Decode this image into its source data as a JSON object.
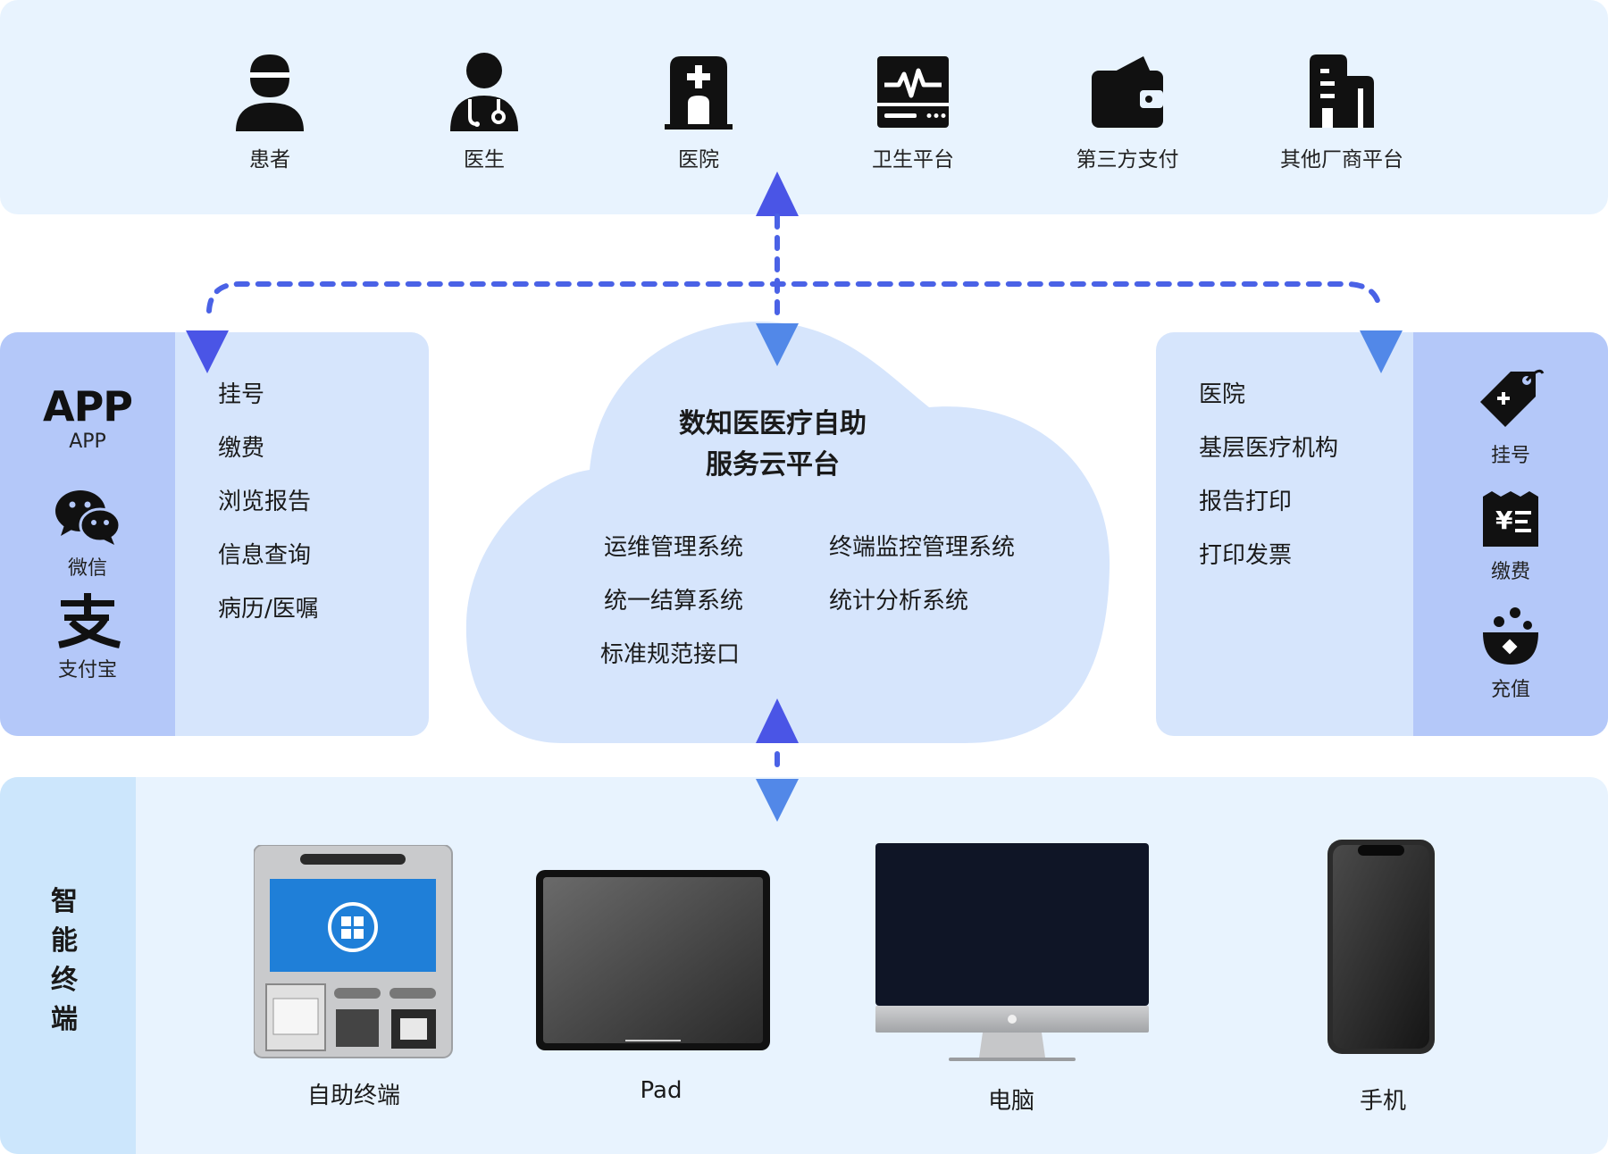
{
  "stakeholders": [
    {
      "label": "患者",
      "icon": "patient-icon"
    },
    {
      "label": "医生",
      "icon": "doctor-icon"
    },
    {
      "label": "医院",
      "icon": "hospital-icon"
    },
    {
      "label": "卫生平台",
      "icon": "health-monitor-icon"
    },
    {
      "label": "第三方支付",
      "icon": "wallet-icon"
    },
    {
      "label": "其他厂商平台",
      "icon": "building-icon"
    }
  ],
  "left_panel": {
    "channels": [
      {
        "logo_text": "APP",
        "label": "APP",
        "icon": "app-logo"
      },
      {
        "label": "微信",
        "icon": "wechat-icon"
      },
      {
        "label": "支付宝",
        "icon": "alipay-icon"
      }
    ],
    "items": [
      "挂号",
      "缴费",
      "浏览报告",
      "信息查询",
      "病历/医嘱"
    ]
  },
  "cloud": {
    "title_line1": "数知医医疗自助",
    "title_line2": "服务云平台",
    "systems": [
      "运维管理系统",
      "终端监控管理系统",
      "统一结算系统",
      "统计分析系统",
      "标准规范接口"
    ]
  },
  "right_panel": {
    "items": [
      "医院",
      "基层医疗机构",
      "报告打印",
      "打印发票"
    ],
    "services": [
      {
        "label": "挂号",
        "icon": "price-tag-icon"
      },
      {
        "label": "缴费",
        "icon": "receipt-icon"
      },
      {
        "label": "充值",
        "icon": "recharge-bowl-icon"
      }
    ]
  },
  "terminals": {
    "title": "智能终端",
    "devices": [
      {
        "label": "自助终端",
        "icon": "kiosk-icon"
      },
      {
        "label": "Pad",
        "icon": "tablet-icon"
      },
      {
        "label": "电脑",
        "icon": "desktop-monitor-icon"
      },
      {
        "label": "手机",
        "icon": "smartphone-icon"
      }
    ]
  },
  "colors": {
    "band_bg": "#e8f3fe",
    "panel_bg": "#d6e5fc",
    "strip_bg": "#b4c8f9",
    "arrow": "#4a63e8"
  }
}
